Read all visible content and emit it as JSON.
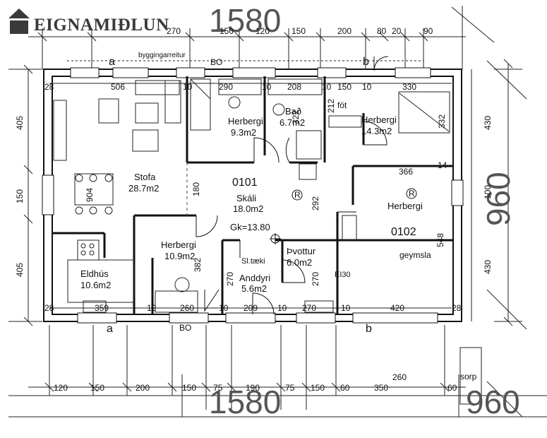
{
  "logo": {
    "text": "EIGNAMIÐLUN",
    "icon": "house-icon"
  },
  "overall": {
    "width_top": "1580",
    "width_bottom": "1580",
    "height_right": "960",
    "height_right_bottom": "960"
  },
  "top_dims": [
    "270",
    "150",
    "120",
    "150",
    "200",
    "80",
    "20",
    "90"
  ],
  "inner_top_dims": [
    "28",
    "506",
    "10",
    "290",
    "10",
    "208",
    "10",
    "150",
    "10",
    "330"
  ],
  "bottom_dims": [
    "120",
    "150",
    "200",
    "150",
    "75",
    "190",
    "75",
    "150",
    "60",
    "350",
    "60"
  ],
  "inner_bottom_dims": [
    "28",
    "359",
    "12",
    "260",
    "10",
    "209",
    "10",
    "270",
    "10",
    "420",
    "28"
  ],
  "left_dims": [
    "405",
    "150",
    "405"
  ],
  "right_dims": [
    "430",
    "100",
    "430"
  ],
  "misc_dims": {
    "d904": "904",
    "d180": "180",
    "d382": "382",
    "d270a": "270",
    "d292": "292",
    "d270b": "270",
    "d212": "212",
    "d322": "322",
    "d332": "332",
    "d366": "366",
    "d548": "548",
    "d260": "260",
    "d14": "14"
  },
  "section_marks": {
    "a_top": "a",
    "b_top": "b",
    "a_bottom": "a",
    "b_bottom": "b"
  },
  "labels": {
    "byggingarreitur": "byggingarreitur",
    "bo_top": "BO",
    "bo_bottom": "BO",
    "sorp": "sorp",
    "ei30": "EI30",
    "slt": "Sl.tæki",
    "fot": "föt",
    "gk": "Gk=13.80",
    "r_symbol": "R"
  },
  "rooms": {
    "stofa": {
      "name": "Stofa",
      "area": "28.7m2"
    },
    "eldhus": {
      "name": "Eldhús",
      "area": "10.6m2"
    },
    "herbergi1": {
      "name": "Herbergi",
      "area": "9.3m2"
    },
    "bad": {
      "name": "Bað",
      "area": "6.7m2"
    },
    "herbergi2": {
      "name": "Herbergi",
      "area": "14.3m2"
    },
    "skali": {
      "name": "Skáli",
      "area": "18.0m2"
    },
    "herbergi3": {
      "name": "Herbergi",
      "area": "10.9m2"
    },
    "thvottur": {
      "name": "Þvottur",
      "area": "6.0m2"
    },
    "anddyri": {
      "name": "Anddyri",
      "area": "5.6m2"
    },
    "herbergi4": {
      "name": "Herbergi",
      "area": ""
    },
    "geymsla": {
      "name": "geymsla",
      "area": ""
    }
  },
  "units": {
    "u0101": "0101",
    "u0102": "0102"
  }
}
